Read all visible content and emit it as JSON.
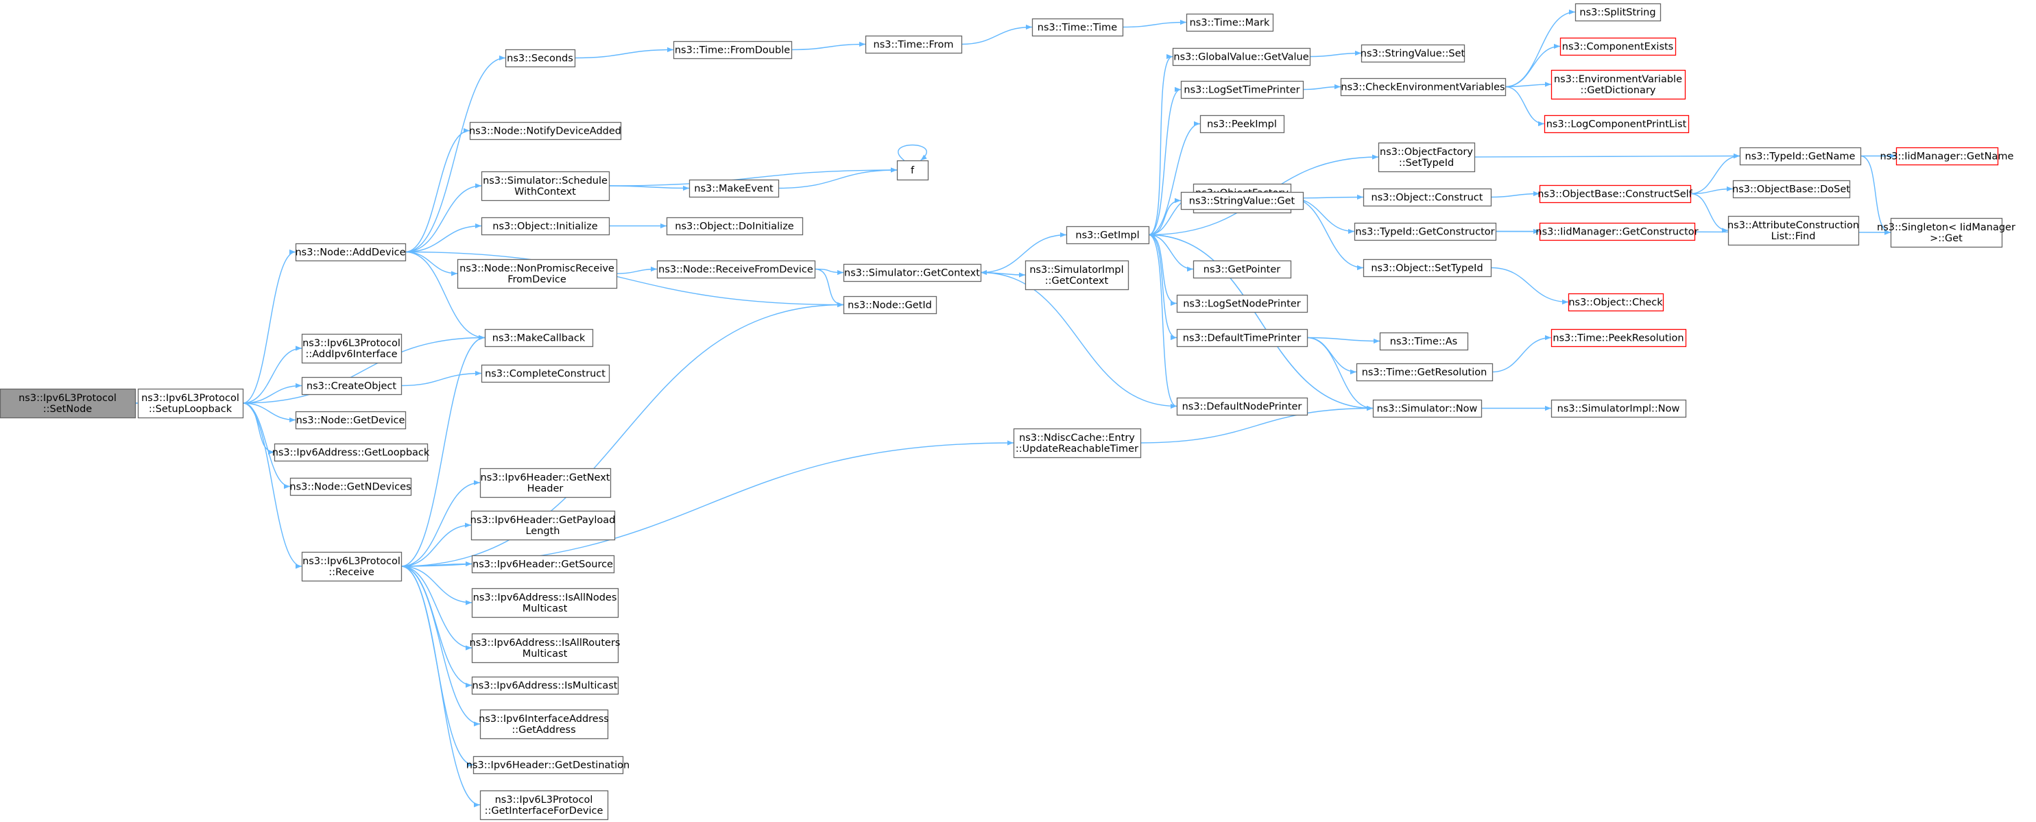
{
  "colors": {
    "edge": "#63b8ff",
    "node_border": "#666666",
    "node_fill": "#ffffff",
    "root_fill": "#999999",
    "root_border": "#666666",
    "truncated_border": "#ff0000"
  },
  "nodes": [
    {
      "id": "setnode",
      "lines": [
        "ns3::Ipv6L3Protocol",
        "::SetNode"
      ],
      "style": "root"
    },
    {
      "id": "setuploopback",
      "lines": [
        "ns3::Ipv6L3Protocol",
        "::SetupLoopback"
      ]
    },
    {
      "id": "adddevice",
      "lines": [
        "ns3::Node::AddDevice"
      ]
    },
    {
      "id": "addipv6if",
      "lines": [
        "ns3::Ipv6L3Protocol",
        "::AddIpv6Interface"
      ]
    },
    {
      "id": "createobject",
      "lines": [
        "ns3::CreateObject"
      ]
    },
    {
      "id": "getdevice",
      "lines": [
        "ns3::Node::GetDevice"
      ]
    },
    {
      "id": "getloopback",
      "lines": [
        "ns3::Ipv6Address::GetLoopback"
      ]
    },
    {
      "id": "getndevices",
      "lines": [
        "ns3::Node::GetNDevices"
      ]
    },
    {
      "id": "receive",
      "lines": [
        "ns3::Ipv6L3Protocol",
        "::Receive"
      ]
    },
    {
      "id": "seconds",
      "lines": [
        "ns3::Seconds"
      ]
    },
    {
      "id": "notifydeviceadded",
      "lines": [
        "ns3::Node::NotifyDeviceAdded"
      ]
    },
    {
      "id": "schedulewithcontext",
      "lines": [
        "ns3::Simulator::Schedule",
        "WithContext"
      ]
    },
    {
      "id": "objinitialize",
      "lines": [
        "ns3::Object::Initialize"
      ]
    },
    {
      "id": "nonpromisc",
      "lines": [
        "ns3::Node::NonPromiscReceive",
        "FromDevice"
      ]
    },
    {
      "id": "makecallback",
      "lines": [
        "ns3::MakeCallback"
      ]
    },
    {
      "id": "completeconstruct",
      "lines": [
        "ns3::CompleteConstruct"
      ]
    },
    {
      "id": "getnextheader",
      "lines": [
        "ns3::Ipv6Header::GetNext",
        "Header"
      ]
    },
    {
      "id": "getpayloadlength",
      "lines": [
        "ns3::Ipv6Header::GetPayload",
        "Length"
      ]
    },
    {
      "id": "getsource",
      "lines": [
        "ns3::Ipv6Header::GetSource"
      ]
    },
    {
      "id": "isallnodesmc",
      "lines": [
        "ns3::Ipv6Address::IsAllNodes",
        "Multicast"
      ]
    },
    {
      "id": "isallroutersmc",
      "lines": [
        "ns3::Ipv6Address::IsAllRouters",
        "Multicast"
      ]
    },
    {
      "id": "ismulticast",
      "lines": [
        "ns3::Ipv6Address::IsMulticast"
      ]
    },
    {
      "id": "ifaddrgetaddress",
      "lines": [
        "ns3::Ipv6InterfaceAddress",
        "::GetAddress"
      ]
    },
    {
      "id": "getdestination",
      "lines": [
        "ns3::Ipv6Header::GetDestination"
      ]
    },
    {
      "id": "getifforDevice",
      "lines": [
        "ns3::Ipv6L3Protocol",
        "::GetInterfaceForDevice"
      ]
    },
    {
      "id": "timefromdouble",
      "lines": [
        "ns3::Time::FromDouble"
      ]
    },
    {
      "id": "makeevent",
      "lines": [
        "ns3::MakeEvent"
      ]
    },
    {
      "id": "objdoinitialize",
      "lines": [
        "ns3::Object::DoInitialize"
      ]
    },
    {
      "id": "receivefromdevice",
      "lines": [
        "ns3::Node::ReceiveFromDevice"
      ]
    },
    {
      "id": "nodegetid",
      "lines": [
        "ns3::Node::GetId"
      ]
    },
    {
      "id": "updatereachable",
      "lines": [
        "ns3::NdiscCache::Entry",
        "::UpdateReachableTimer"
      ]
    },
    {
      "id": "timefrom",
      "lines": [
        "ns3::Time::From"
      ]
    },
    {
      "id": "f",
      "lines": [
        "f"
      ]
    },
    {
      "id": "simgetcontext",
      "lines": [
        "ns3::Simulator::GetContext"
      ]
    },
    {
      "id": "timetime",
      "lines": [
        "ns3::Time::Time"
      ]
    },
    {
      "id": "getimpl",
      "lines": [
        "ns3::GetImpl"
      ]
    },
    {
      "id": "simimplgetcontext",
      "lines": [
        "ns3::SimulatorImpl",
        "::GetContext"
      ]
    },
    {
      "id": "timemark",
      "lines": [
        "ns3::Time::Mark"
      ]
    },
    {
      "id": "globalvalueget",
      "lines": [
        "ns3::GlobalValue::GetValue"
      ]
    },
    {
      "id": "logsettimeprinter",
      "lines": [
        "ns3::LogSetTimePrinter"
      ]
    },
    {
      "id": "peekimpl",
      "lines": [
        "ns3::PeekImpl"
      ]
    },
    {
      "id": "objfactorycreate",
      "lines": [
        "ns3::ObjectFactory",
        "::Create"
      ]
    },
    {
      "id": "stringvalueget",
      "lines": [
        "ns3::StringValue::Get"
      ]
    },
    {
      "id": "getpointer",
      "lines": [
        "ns3::GetPointer"
      ]
    },
    {
      "id": "logsetnodeprinter",
      "lines": [
        "ns3::LogSetNodePrinter"
      ]
    },
    {
      "id": "defaulttimeprinter",
      "lines": [
        "ns3::DefaultTimePrinter"
      ]
    },
    {
      "id": "defaultnodeprinter",
      "lines": [
        "ns3::DefaultNodePrinter"
      ]
    },
    {
      "id": "stringvalueset",
      "lines": [
        "ns3::StringValue::Set"
      ]
    },
    {
      "id": "checkenv",
      "lines": [
        "ns3::CheckEnvironmentVariables"
      ]
    },
    {
      "id": "objfactorysettypeid",
      "lines": [
        "ns3::ObjectFactory",
        "::SetTypeId"
      ]
    },
    {
      "id": "objconstruct",
      "lines": [
        "ns3::Object::Construct"
      ]
    },
    {
      "id": "typeidgetconstructor",
      "lines": [
        "ns3::TypeId::GetConstructor"
      ]
    },
    {
      "id": "objsettypeid",
      "lines": [
        "ns3::Object::SetTypeId"
      ]
    },
    {
      "id": "timeas",
      "lines": [
        "ns3::Time::As"
      ]
    },
    {
      "id": "timegetresolution",
      "lines": [
        "ns3::Time::GetResolution"
      ]
    },
    {
      "id": "simnow",
      "lines": [
        "ns3::Simulator::Now"
      ]
    },
    {
      "id": "splitstring",
      "lines": [
        "ns3::SplitString"
      ]
    },
    {
      "id": "componentexists",
      "lines": [
        "ns3::ComponentExists"
      ],
      "style": "truncated"
    },
    {
      "id": "envgetdict",
      "lines": [
        "ns3::EnvironmentVariable",
        "::GetDictionary"
      ],
      "style": "truncated"
    },
    {
      "id": "logcomplist",
      "lines": [
        "ns3::LogComponentPrintList"
      ],
      "style": "truncated"
    },
    {
      "id": "typeidgetname",
      "lines": [
        "ns3::TypeId::GetName"
      ]
    },
    {
      "id": "objbaseconstructself",
      "lines": [
        "ns3::ObjectBase::ConstructSelf"
      ],
      "style": "truncated"
    },
    {
      "id": "iidgetconstructor",
      "lines": [
        "ns3::IidManager::GetConstructor"
      ],
      "style": "truncated"
    },
    {
      "id": "objcheck",
      "lines": [
        "ns3::Object::Check"
      ],
      "style": "truncated"
    },
    {
      "id": "timepeekres",
      "lines": [
        "ns3::Time::PeekResolution"
      ],
      "style": "truncated"
    },
    {
      "id": "simimplnow",
      "lines": [
        "ns3::SimulatorImpl::Now"
      ]
    },
    {
      "id": "iidgetname",
      "lines": [
        "ns3::IidManager::GetName"
      ],
      "style": "truncated"
    },
    {
      "id": "objbasedoset",
      "lines": [
        "ns3::ObjectBase::DoSet"
      ]
    },
    {
      "id": "attrconstructfind",
      "lines": [
        "ns3::AttributeConstruction",
        "List::Find"
      ]
    },
    {
      "id": "singletonget",
      "lines": [
        "ns3::Singleton< IidManager",
        " >::Get"
      ]
    }
  ],
  "edges": [
    [
      "setnode",
      "setuploopback"
    ],
    [
      "setuploopback",
      "adddevice"
    ],
    [
      "setuploopback",
      "addipv6if"
    ],
    [
      "setuploopback",
      "createobject"
    ],
    [
      "setuploopback",
      "getdevice"
    ],
    [
      "setuploopback",
      "getloopback"
    ],
    [
      "setuploopback",
      "getndevices"
    ],
    [
      "setuploopback",
      "receive"
    ],
    [
      "setuploopback",
      "makecallback"
    ],
    [
      "adddevice",
      "seconds"
    ],
    [
      "adddevice",
      "notifydeviceadded"
    ],
    [
      "adddevice",
      "schedulewithcontext"
    ],
    [
      "adddevice",
      "objinitialize"
    ],
    [
      "adddevice",
      "nonpromisc"
    ],
    [
      "adddevice",
      "makecallback"
    ],
    [
      "adddevice",
      "nodegetid"
    ],
    [
      "createobject",
      "completeconstruct"
    ],
    [
      "receive",
      "makecallback"
    ],
    [
      "receive",
      "nodegetid"
    ],
    [
      "receive",
      "updatereachable"
    ],
    [
      "receive",
      "getnextheader"
    ],
    [
      "receive",
      "getpayloadlength"
    ],
    [
      "receive",
      "getsource"
    ],
    [
      "receive",
      "isallnodesmc"
    ],
    [
      "receive",
      "isallroutersmc"
    ],
    [
      "receive",
      "ismulticast"
    ],
    [
      "receive",
      "ifaddrgetaddress"
    ],
    [
      "receive",
      "getdestination"
    ],
    [
      "receive",
      "getifforDevice"
    ],
    [
      "seconds",
      "timefromdouble"
    ],
    [
      "timefromdouble",
      "timefrom"
    ],
    [
      "timefrom",
      "timetime"
    ],
    [
      "timetime",
      "timemark"
    ],
    [
      "schedulewithcontext",
      "makeevent"
    ],
    [
      "schedulewithcontext",
      "f"
    ],
    [
      "makeevent",
      "f"
    ],
    [
      "f",
      "f"
    ],
    [
      "objinitialize",
      "objdoinitialize"
    ],
    [
      "nonpromisc",
      "receivefromdevice"
    ],
    [
      "receivefromdevice",
      "simgetcontext"
    ],
    [
      "receivefromdevice",
      "nodegetid"
    ],
    [
      "simgetcontext",
      "getimpl"
    ],
    [
      "simgetcontext",
      "simimplgetcontext"
    ],
    [
      "updatereachable",
      "simnow"
    ],
    [
      "getimpl",
      "globalvalueget"
    ],
    [
      "getimpl",
      "logsettimeprinter"
    ],
    [
      "getimpl",
      "peekimpl"
    ],
    [
      "getimpl",
      "objfactorysettypeid"
    ],
    [
      "getimpl",
      "objfactorycreate"
    ],
    [
      "getimpl",
      "stringvalueget"
    ],
    [
      "getimpl",
      "getpointer"
    ],
    [
      "getimpl",
      "logsetnodeprinter"
    ],
    [
      "getimpl",
      "defaulttimeprinter"
    ],
    [
      "getimpl",
      "defaultnodeprinter"
    ],
    [
      "getimpl",
      "simnow"
    ],
    [
      "globalvalueget",
      "stringvalueset"
    ],
    [
      "logsettimeprinter",
      "checkenv"
    ],
    [
      "checkenv",
      "splitstring"
    ],
    [
      "checkenv",
      "componentexists"
    ],
    [
      "checkenv",
      "envgetdict"
    ],
    [
      "checkenv",
      "logcomplist"
    ],
    [
      "objfactorysettypeid",
      "typeidgetname"
    ],
    [
      "objfactorycreate",
      "objconstruct"
    ],
    [
      "objfactorycreate",
      "typeidgetconstructor"
    ],
    [
      "objfactorycreate",
      "objsettypeid"
    ],
    [
      "objconstruct",
      "objbaseconstructself"
    ],
    [
      "objbaseconstructself",
      "typeidgetname"
    ],
    [
      "objbaseconstructself",
      "objbasedoset"
    ],
    [
      "objbaseconstructself",
      "attrconstructfind"
    ],
    [
      "typeidgetname",
      "iidgetname"
    ],
    [
      "typeidgetname",
      "singletonget"
    ],
    [
      "typeidgetconstructor",
      "iidgetconstructor"
    ],
    [
      "typeidgetconstructor",
      "singletonget"
    ],
    [
      "objsettypeid",
      "objcheck"
    ],
    [
      "defaulttimeprinter",
      "timeas"
    ],
    [
      "defaulttimeprinter",
      "timegetresolution"
    ],
    [
      "defaulttimeprinter",
      "simnow"
    ],
    [
      "timegetresolution",
      "timepeekres"
    ],
    [
      "simnow",
      "getimpl"
    ],
    [
      "simnow",
      "simimplnow"
    ],
    [
      "defaultnodeprinter",
      "simgetcontext"
    ]
  ]
}
